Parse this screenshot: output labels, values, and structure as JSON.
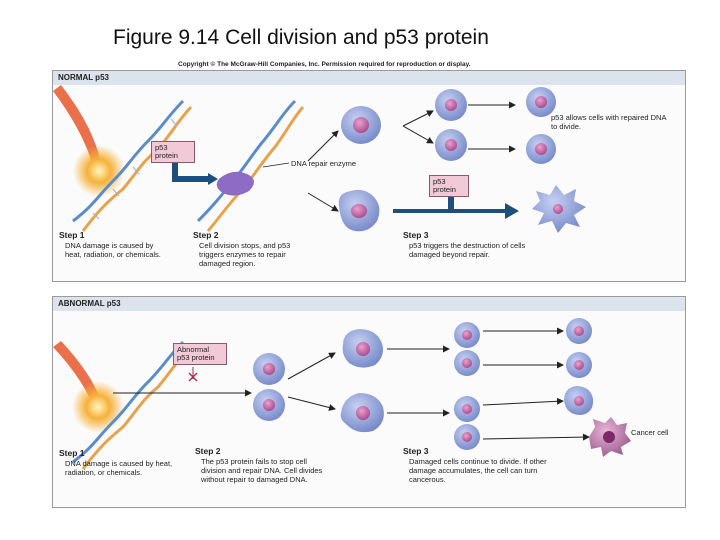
{
  "title": "Figure 9.14 Cell division and p53 protein",
  "copyright": "Copyright © The McGraw-Hill Companies, Inc. Permission required for reproduction or display.",
  "normal": {
    "title": "NORMAL p53",
    "p53_label_1": "p53 protein",
    "p53_label_2": "p53 protein",
    "dna_repair": "DNA repair enzyme",
    "divide_note": "p53 allows cells with repaired DNA to divide.",
    "step1_title": "Step 1",
    "step1_text": "DNA damage is caused by heat, radiation, or chemicals.",
    "step2_title": "Step 2",
    "step2_text": "Cell division stops, and p53 triggers enzymes to repair damaged region.",
    "step3_title": "Step 3",
    "step3_text": "p53 triggers the destruction of cells damaged beyond repair."
  },
  "abnormal": {
    "title": "ABNORMAL p53",
    "abnormal_label": "Abnormal p53 protein",
    "cancer_label": "Cancer cell",
    "step1_title": "Step 1",
    "step1_text": "DNA damage is caused by heat, radiation, or chemicals.",
    "step2_title": "Step 2",
    "step2_text": "The p53 protein fails to stop cell division and repair DNA. Cell divides without repair to damaged DNA.",
    "step3_title": "Step 3",
    "step3_text": "Damaged cells continue to divide. If other damage accumulates, the cell can turn cancerous."
  },
  "colors": {
    "cell": "#8f9fd6",
    "nucleus": "#c86aa8",
    "dna_blue": "#5b8cc9",
    "dna_orange": "#e8a24a",
    "band": "#dde3ec",
    "navy": "#1d4f7c",
    "label_box": "#f2c9d6"
  }
}
